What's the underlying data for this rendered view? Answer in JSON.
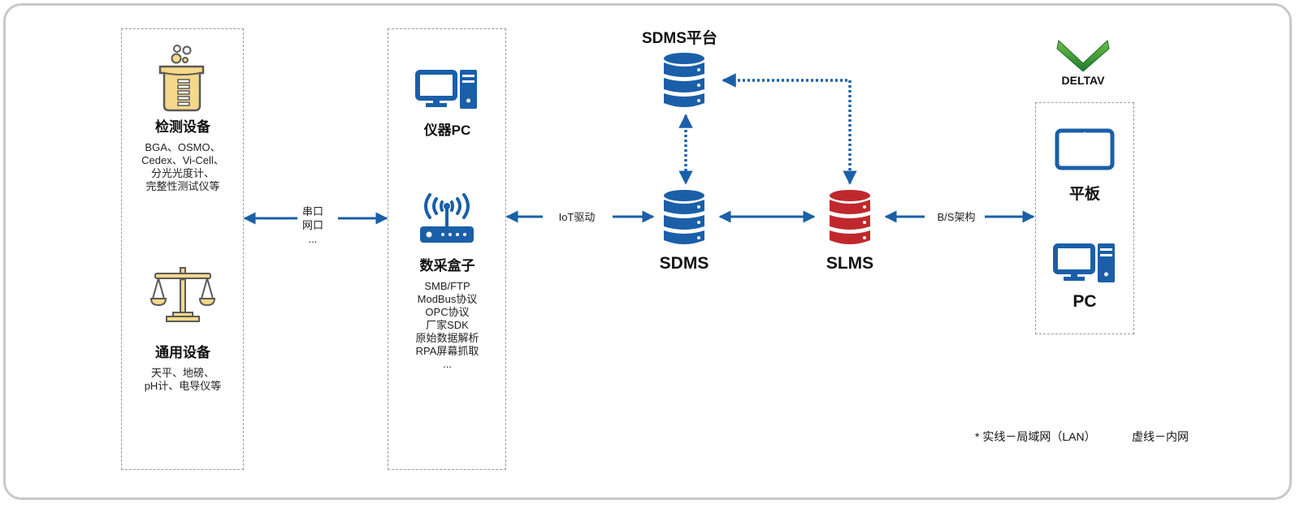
{
  "colors": {
    "accent_blue": "#1a5fa8",
    "slms_red": "#c0282d",
    "instrument_yellow": "#f5d889",
    "outline_gray": "#5a5a5a",
    "deltav_green": "#3aa636"
  },
  "instruments": {
    "testing": {
      "icon": "beaker-icon",
      "title": "检测设备",
      "lines": [
        "BGA、OSMO、",
        "Cedex、Vi-Cell、",
        "分光光度计、",
        "完整性测试仪等"
      ]
    },
    "general": {
      "icon": "balance-scale-icon",
      "title": "通用设备",
      "lines": [
        "天平、地磅、",
        "pH计、电导仪等"
      ]
    }
  },
  "link_serial": {
    "lines": [
      "串口",
      "网口",
      "..."
    ]
  },
  "collector": {
    "pc": {
      "icon": "desktop-pc-icon",
      "title": "仪器PC"
    },
    "box": {
      "icon": "router-icon",
      "title": "数采盒子",
      "lines": [
        "SMB/FTP",
        "ModBus协议",
        "OPC协议",
        "厂家SDK",
        "原始数据解析",
        "RPA屏幕抓取",
        "..."
      ]
    }
  },
  "link_iot": {
    "label": "IoT驱动"
  },
  "platform": {
    "title": "SDMS平台",
    "top_db": {
      "icon": "database-icon"
    },
    "sdms": {
      "icon": "database-icon",
      "label": "SDMS"
    },
    "slms": {
      "icon": "database-icon",
      "label": "SLMS"
    }
  },
  "link_bs": {
    "label": "B/S架构"
  },
  "clients": {
    "brand": "DELTAV",
    "tablet": {
      "icon": "tablet-icon",
      "label": "平板"
    },
    "pc": {
      "icon": "desktop-pc-icon",
      "label": "PC"
    }
  },
  "legend": {
    "solid": "* 实线－局域网（LAN）",
    "dashed": "虚线－内网"
  }
}
